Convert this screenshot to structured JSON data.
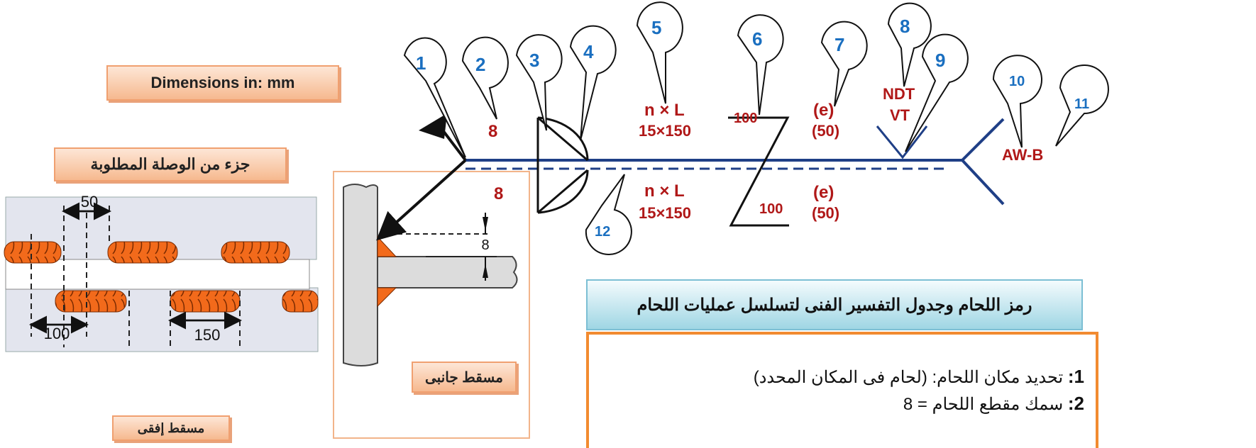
{
  "units_label": "Dimensions in: mm",
  "required_joint_label": "جزء من الوصلة المطلوبة",
  "plan_view_label": "مسقط إفقى",
  "side_view_label": "مسقط جانبى",
  "plan_dims": {
    "pitch": "50",
    "offset": "100",
    "length": "150"
  },
  "side_dim": "8",
  "symbol": {
    "above": {
      "size": "8",
      "nl": "n × L",
      "nl_values": "15×150",
      "stagger": "100",
      "e": "(e)",
      "e_value": "(50)"
    },
    "below": {
      "size": "8",
      "nl": "n × L",
      "nl_values": "15×150",
      "stagger": "100",
      "e": "(e)",
      "e_value": "(50)"
    },
    "ndt": "NDT",
    "ndt_method": "VT",
    "process_ref": "AW-B"
  },
  "bubbles": [
    "1",
    "2",
    "3",
    "4",
    "5",
    "6",
    "7",
    "8",
    "9",
    "10",
    "11",
    "12"
  ],
  "table": {
    "title": "رمز اللحام وجدول التفسير الفنى لتسلسل عمليات اللحام",
    "rows": [
      {
        "num": "1:",
        "text": "تحديد مكان اللحام: (لحام فى المكان المحدد)"
      },
      {
        "num": "2:",
        "text": "سمك مقطع اللحام = 8"
      }
    ]
  },
  "colors": {
    "reference_line": "#1f3f86",
    "callout_text": "#b01818",
    "bubble_text": "#1a6fc0",
    "weld_bead": "#f26a1b",
    "accent_frame": "#f28b30"
  }
}
